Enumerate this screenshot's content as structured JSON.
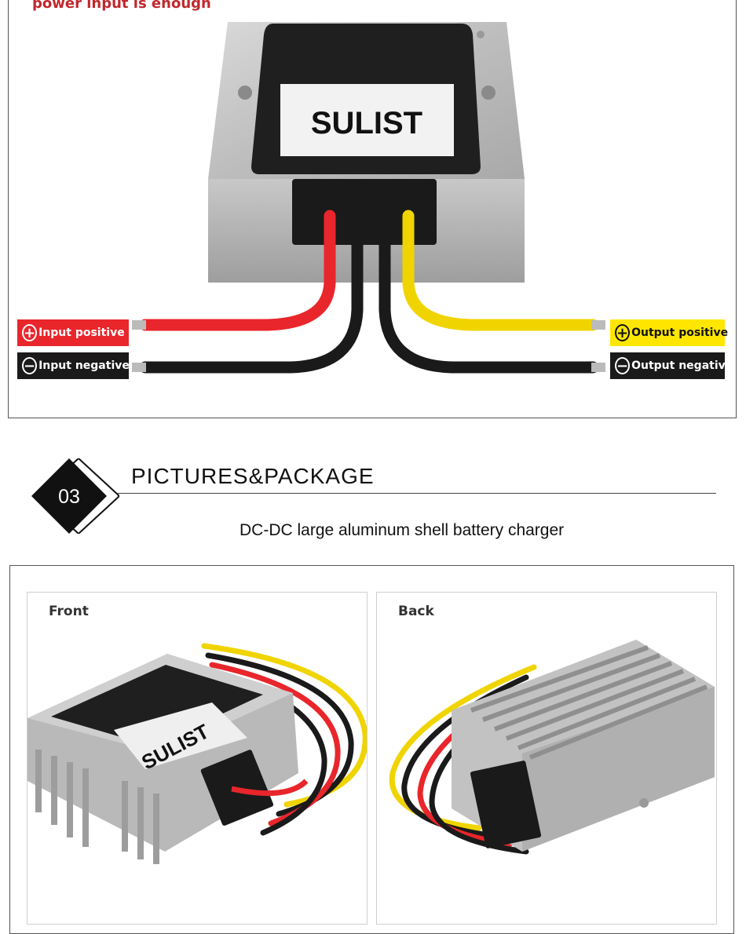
{
  "top": {
    "caption": "power input is enough",
    "brand": "SULIST",
    "labels": {
      "input_positive": {
        "sign": "+",
        "text": "Input positive"
      },
      "input_negative": {
        "sign": "−",
        "text": "Input negative"
      },
      "output_positive": {
        "sign": "+",
        "text": "Output positive"
      },
      "output_negative": {
        "sign": "−",
        "text": "Output negative"
      }
    },
    "colors": {
      "red_wire": "#e8262b",
      "yellow_wire": "#f0d400",
      "black_wire": "#1a1a1a"
    }
  },
  "section": {
    "number": "03",
    "title": "PICTURES&PACKAGE",
    "subtitle": "DC-DC large aluminum shell battery charger"
  },
  "gallery": {
    "front": {
      "label": "Front",
      "brand": "SULIST"
    },
    "back": {
      "label": "Back"
    }
  }
}
